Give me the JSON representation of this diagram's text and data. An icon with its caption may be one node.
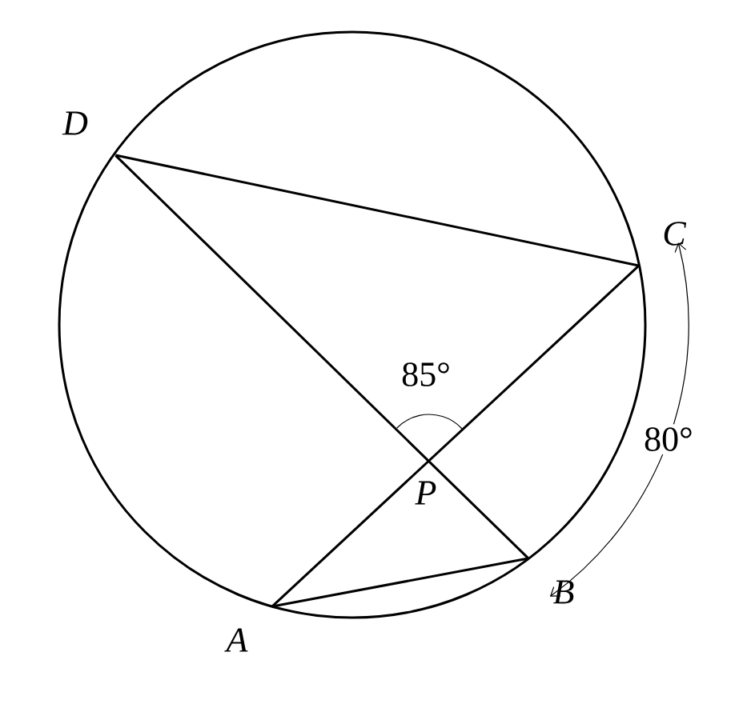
{
  "diagram": {
    "nodes": [
      {
        "text": [
          "D"
        ]
      },
      {
        "text": [
          "C"
        ]
      },
      {
        "text": [
          "B"
        ]
      },
      {
        "text": [
          "A"
        ]
      },
      {
        "text": [
          "P"
        ]
      }
    ],
    "edges": [
      {
        "from": 0,
        "to": 1,
        "arrow": "none"
      },
      {
        "from": 0,
        "to": 2,
        "arrow": "none"
      },
      {
        "from": 3,
        "to": 1,
        "arrow": "none"
      },
      {
        "from": 3,
        "to": 2,
        "arrow": "none"
      },
      {
        "from": 1,
        "to": 2,
        "arrow": "both",
        "label": "80°"
      }
    ],
    "labels": [
      "85°"
    ]
  }
}
